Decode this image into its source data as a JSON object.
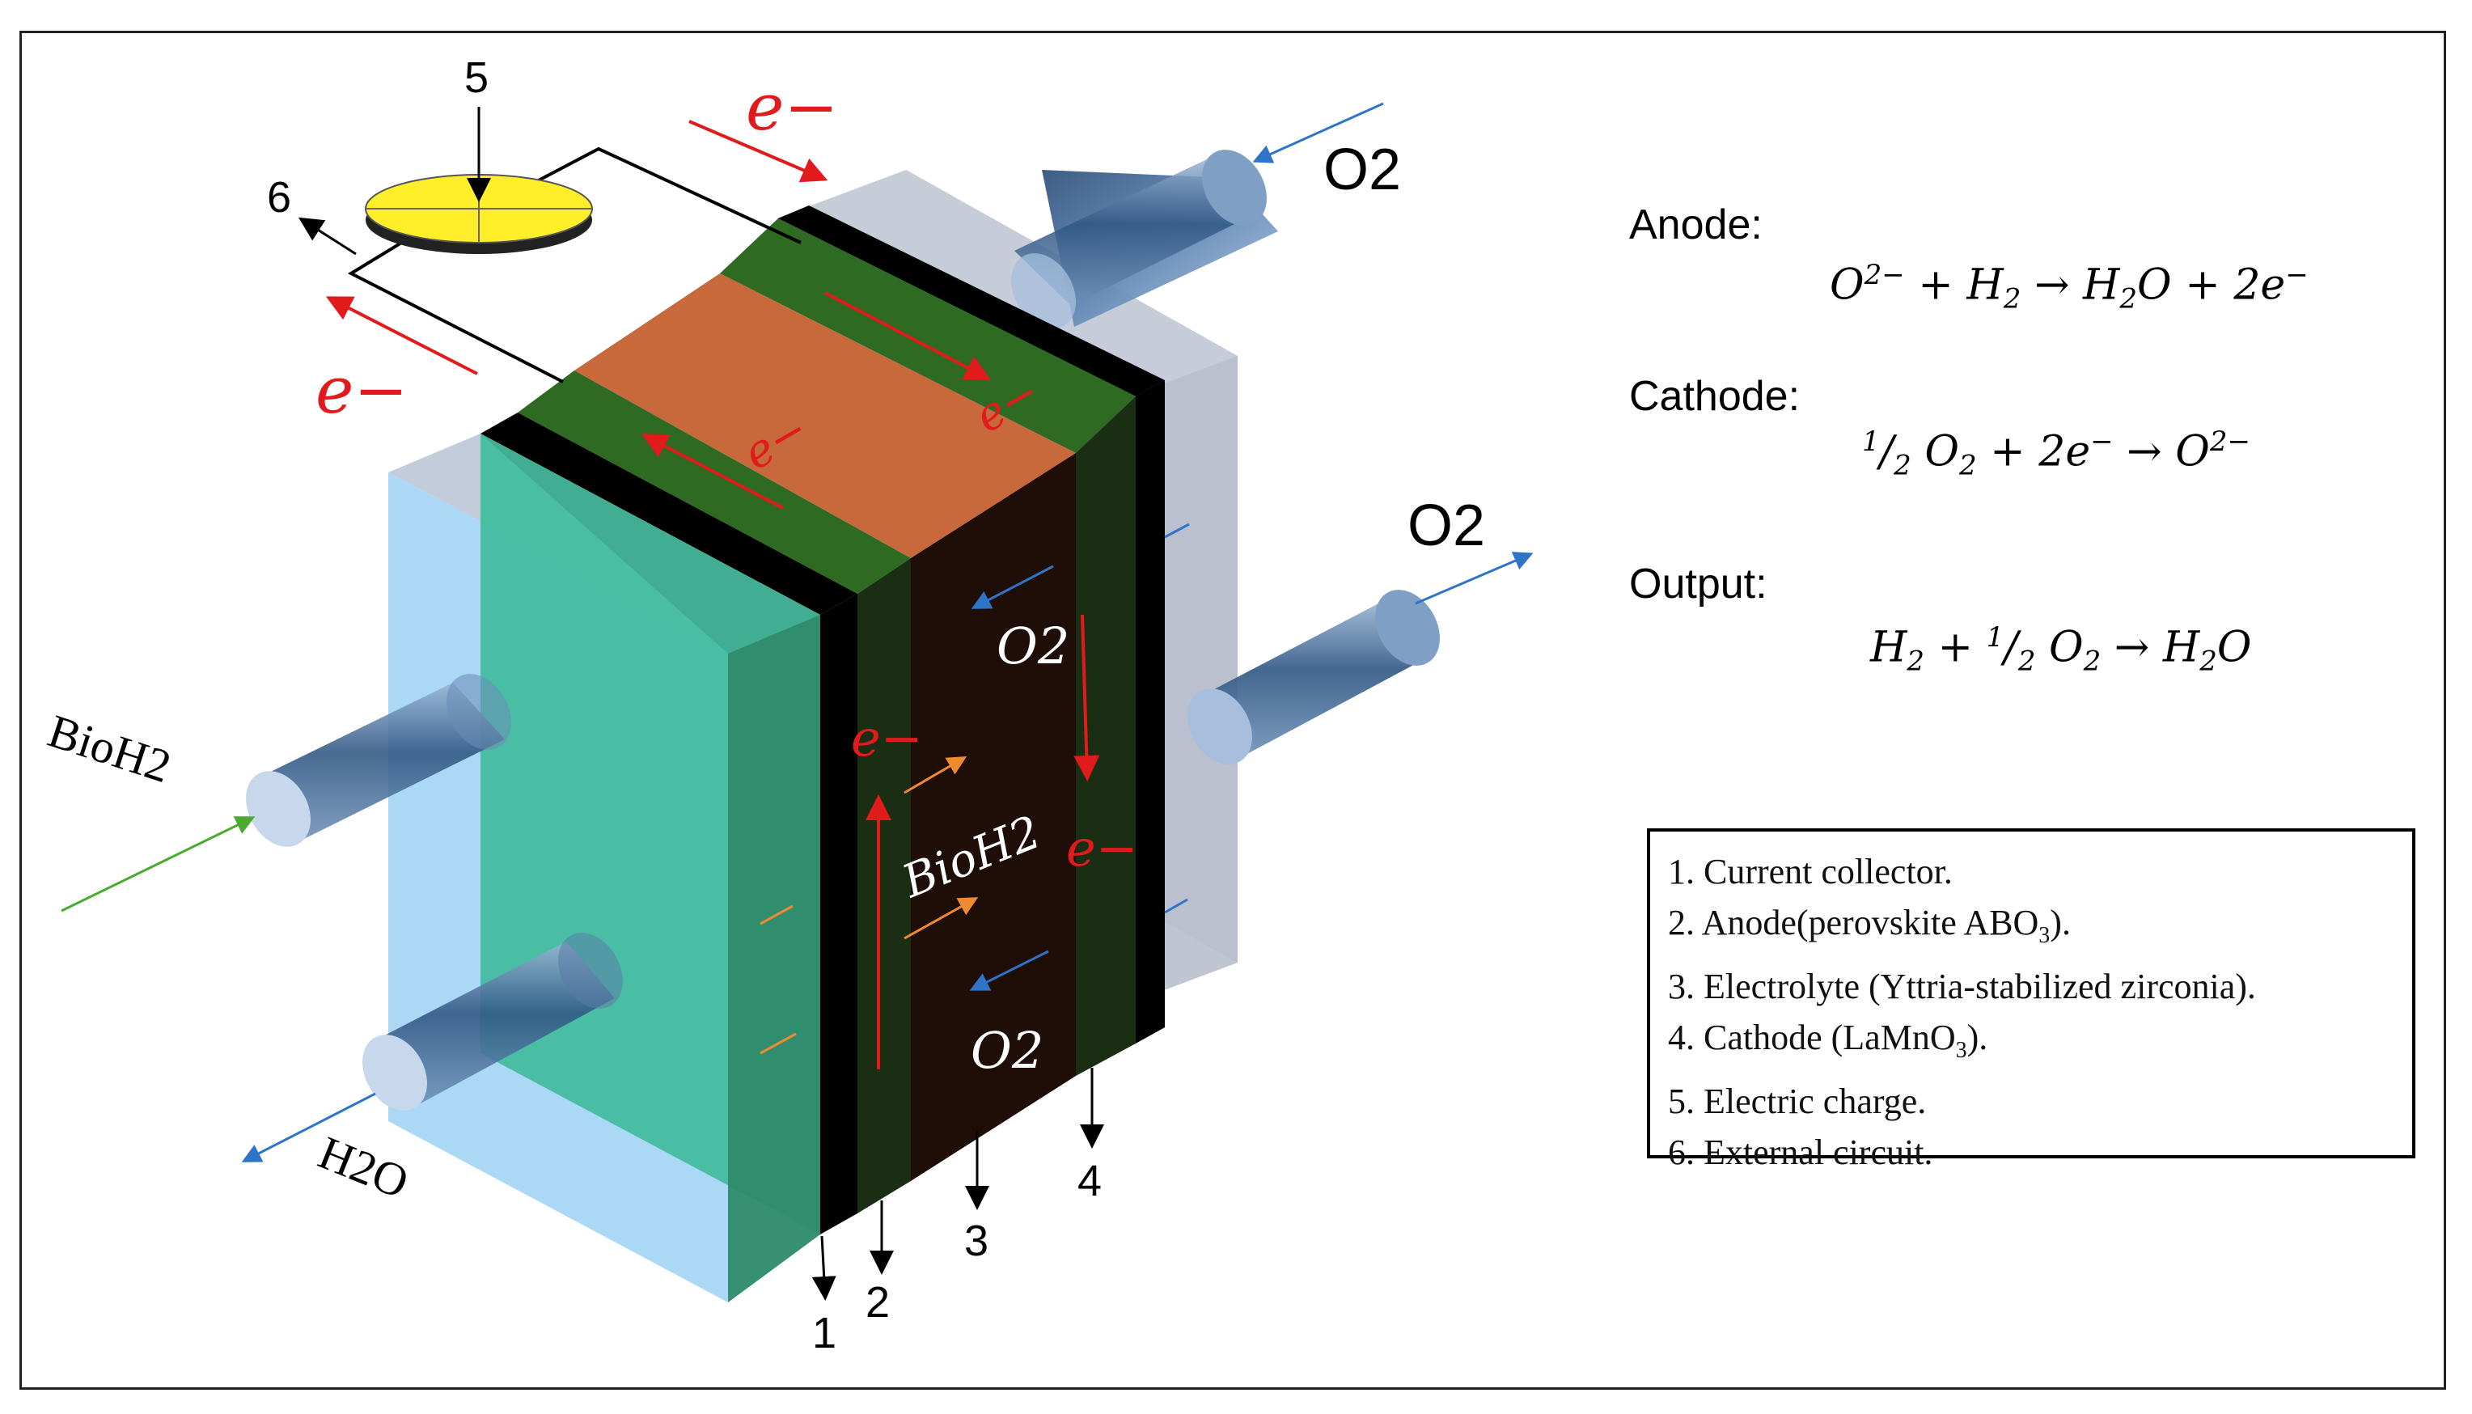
{
  "labels": {
    "bio_h2_in": "BioH2",
    "h2o_out": "H2O",
    "o2_in": "O2",
    "o2_out": "O2",
    "o2_inner_top": "O2",
    "o2_inner_bottom": "O2",
    "bio_h2_inner": "BioH2",
    "electron": "e−",
    "num_1": "1",
    "num_2": "2",
    "num_3": "3",
    "num_4": "4",
    "num_5": "5",
    "num_6": "6"
  },
  "equations": {
    "anode_label": "Anode:",
    "cathode_label": "Cathode:",
    "output_label": "Output:"
  },
  "legend": {
    "items": [
      "1. Current collector.",
      "2. Anode(perovskite ABO",
      "3. Electrolyte (Yttria-stabilized zirconia).",
      "4. Cathode (LaMnO",
      "5. Electric charge.",
      "6. External circuit."
    ],
    "sub_3": "3",
    "tail_2": ").",
    "tail_4": ")."
  },
  "colors": {
    "cathode_window": "#c6ccd8",
    "anode_window": "#aad8f5",
    "anode_face": "#43bda0",
    "green_layer": "#2e6a22",
    "dark_green_layer": "#1a2e14",
    "electrolyte_face": "#1f0e08",
    "electrolyte_top": "#c8693c",
    "collector": "#000000",
    "electron_red": "#e11b1b",
    "o2_blue": "#2e74c9",
    "bioh2_green": "#4aab30",
    "fuel_orange": "#f08a30",
    "load_yellow": "#ffef2a"
  }
}
